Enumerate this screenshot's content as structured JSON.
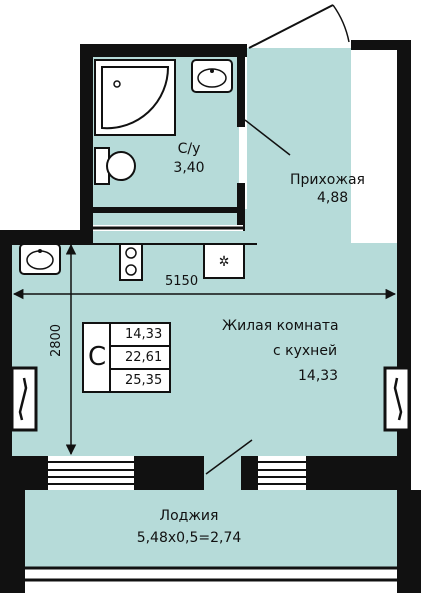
{
  "rooms": {
    "bath": {
      "name": "С/у",
      "area": "3,40"
    },
    "hall": {
      "name": "Прихожая",
      "area": "4,88"
    },
    "living": {
      "name_line1": "Жилая комната",
      "name_line2": "с кухней",
      "area": "14,33"
    },
    "loggia": {
      "name": "Лоджия",
      "area": "5,48x0,5=2,74"
    }
  },
  "dimensions": {
    "width": "5150",
    "height": "2800"
  },
  "summary": {
    "letter": "С",
    "areas": [
      "14,33",
      "22,61",
      "25,35"
    ]
  },
  "colors": {
    "room_fill": "#b6dbd9",
    "wall": "#111111"
  }
}
